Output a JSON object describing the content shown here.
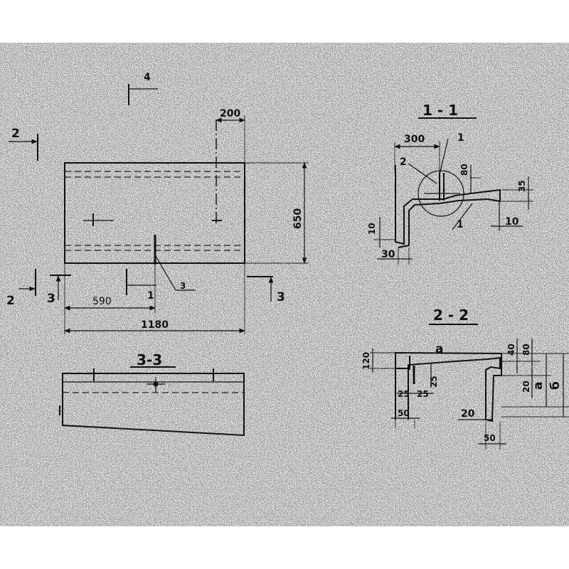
{
  "plan": {
    "dims": {
      "d200": "200",
      "d650": "650",
      "d590": "590",
      "d1180": "1180"
    },
    "markers": {
      "sec4": "4",
      "sec2_top": "2",
      "sec2_bottom": "2",
      "sec3_left": "3",
      "sec3_right": "3",
      "sec1": "1",
      "pos3": "3"
    }
  },
  "section_3_3": {
    "title": "3-3"
  },
  "section_1_1": {
    "title": "1 - 1",
    "dims": {
      "d300": "300",
      "d80": "80",
      "d35": "35",
      "d10a": "10",
      "d10b": "10",
      "d30": "30"
    },
    "callouts": {
      "c1a": "1",
      "c2": "2",
      "c1b": "1"
    }
  },
  "section_2_2": {
    "title": "2 - 2",
    "dims": {
      "d120": "120",
      "d40": "40",
      "d80": "80",
      "d25a": "25",
      "d25b": "25",
      "d25c": "25",
      "d20a": "20",
      "d50": "50",
      "d20b": "20",
      "d50b": "50",
      "a": "a",
      "b": "б",
      "a_top": "a"
    }
  }
}
